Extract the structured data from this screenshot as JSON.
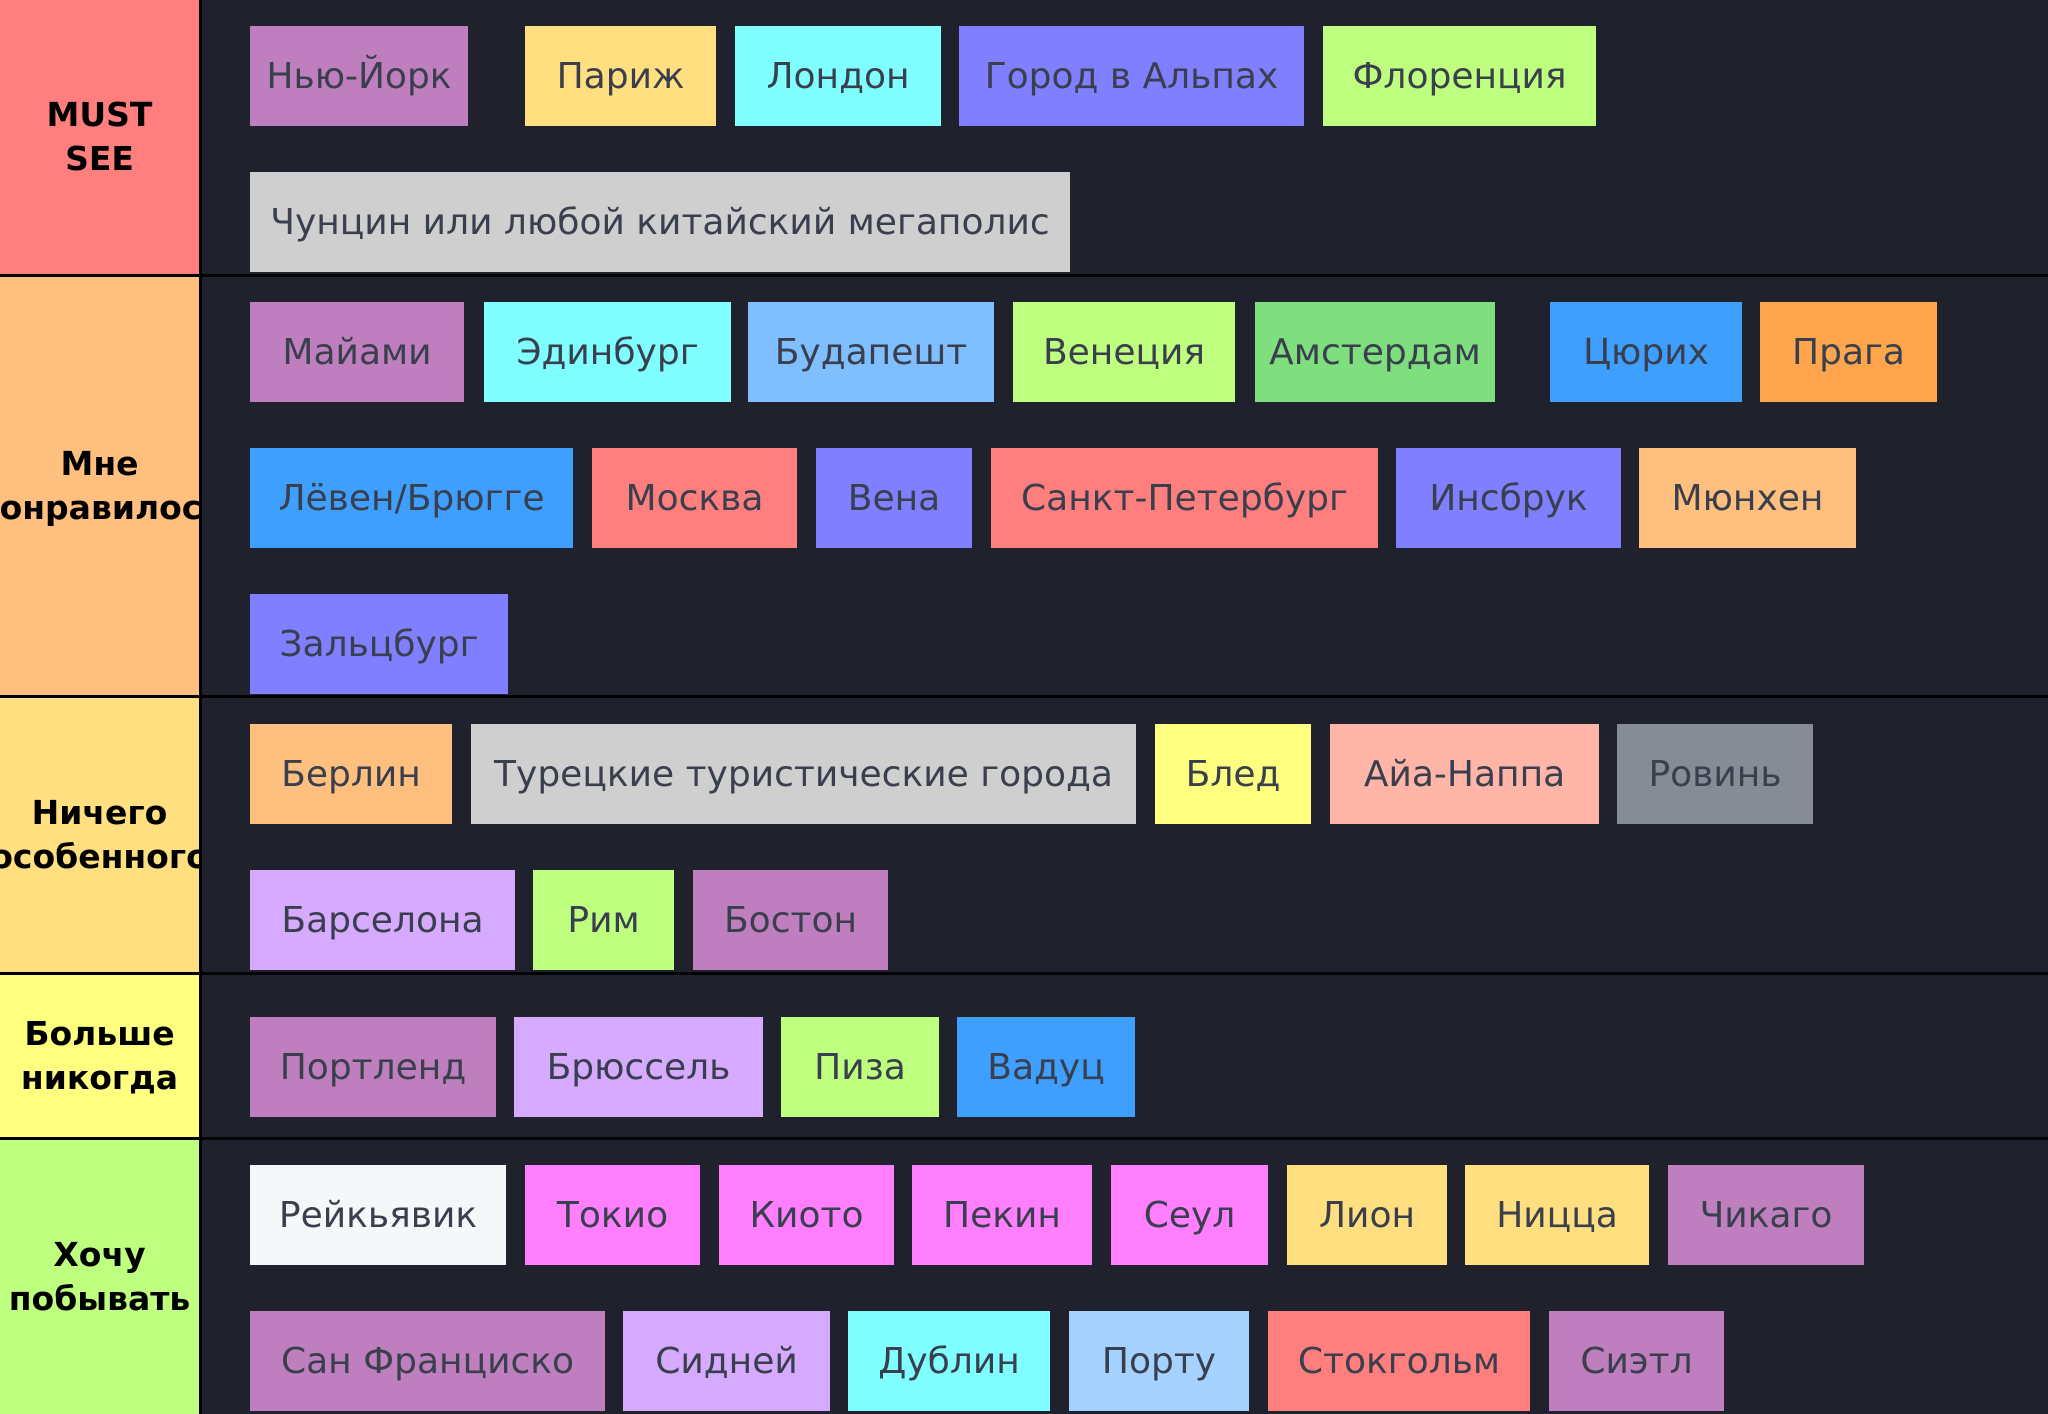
{
  "tiers": [
    {
      "label": "MUST\nSEE",
      "color": "#ff7f7f",
      "items": [
        {
          "name": "Нью-Йорк",
          "color": "#bf7fbf"
        },
        {
          "name": "Париж",
          "color": "#ffdf7f"
        },
        {
          "name": "Лондон",
          "color": "#7fffff"
        },
        {
          "name": "Город в Альпах",
          "color": "#7f7fff"
        },
        {
          "name": "Флоренция",
          "color": "#bfff7f"
        },
        {
          "name": "Чунцин или любой китайский мегаполис",
          "color": "#cfcfcf"
        }
      ]
    },
    {
      "label": "Мне\nпонравилось",
      "color": "#ffbf7f",
      "items": [
        {
          "name": "Майами",
          "color": "#bf7fbf"
        },
        {
          "name": "Эдинбург",
          "color": "#7fffff"
        },
        {
          "name": "Будапешт",
          "color": "#7fbfff"
        },
        {
          "name": "Венеция",
          "color": "#bfff7f"
        },
        {
          "name": "Амстердам",
          "color": "#7fdf7f"
        },
        {
          "name": "Цюрих",
          "color": "#3f9fff"
        },
        {
          "name": "Прага",
          "color": "#ffa64d"
        },
        {
          "name": "Лёвен/Брюгге",
          "color": "#3f9fff"
        },
        {
          "name": "Москва",
          "color": "#ff7f7f"
        },
        {
          "name": "Вена",
          "color": "#7f7fff"
        },
        {
          "name": "Санкт-Петербург",
          "color": "#ff7f7f"
        },
        {
          "name": "Инсбрук",
          "color": "#7f7fff"
        },
        {
          "name": "Мюнхен",
          "color": "#ffbf7f"
        },
        {
          "name": "Зальцбург",
          "color": "#7f7fff"
        }
      ]
    },
    {
      "label": "Ничего\nособенного",
      "color": "#ffdf7f",
      "items": [
        {
          "name": "Берлин",
          "color": "#ffbf7f"
        },
        {
          "name": "Турецкие туристические города",
          "color": "#cfcfcf"
        },
        {
          "name": "Блед",
          "color": "#ffff7f"
        },
        {
          "name": "Айа-Наппа",
          "color": "#ffb5a8"
        },
        {
          "name": "Ровинь",
          "color": "#858c96"
        },
        {
          "name": "Барселона",
          "color": "#d5aaff"
        },
        {
          "name": "Рим",
          "color": "#bfff7f"
        },
        {
          "name": "Бостон",
          "color": "#bf7fbf"
        }
      ]
    },
    {
      "label": "Больше\nникогда",
      "color": "#ffff7f",
      "items": [
        {
          "name": "Портленд",
          "color": "#bf7fbf"
        },
        {
          "name": "Брюссель",
          "color": "#d5aaff"
        },
        {
          "name": "Пиза",
          "color": "#bfff7f"
        },
        {
          "name": "Вадуц",
          "color": "#3f9fff"
        }
      ]
    },
    {
      "label": "Хочу\nпобывать",
      "color": "#bfff7f",
      "items": [
        {
          "name": "Рейкьявик",
          "color": "#f6f7f8"
        },
        {
          "name": "Токио",
          "color": "#ff7fff"
        },
        {
          "name": "Киото",
          "color": "#ff7fff"
        },
        {
          "name": "Пекин",
          "color": "#ff7fff"
        },
        {
          "name": "Сеул",
          "color": "#ff7fff"
        },
        {
          "name": "Лион",
          "color": "#ffdf7f"
        },
        {
          "name": "Ницца",
          "color": "#ffdf7f"
        },
        {
          "name": "Чикаго",
          "color": "#bf7fbf"
        },
        {
          "name": "Сан Франциско",
          "color": "#bf7fbf"
        },
        {
          "name": "Сидней",
          "color": "#d5aaff"
        },
        {
          "name": "Дублин",
          "color": "#7fffff"
        },
        {
          "name": "Порту",
          "color": "#a6d2ff"
        },
        {
          "name": "Стокгольм",
          "color": "#ff7f7f"
        },
        {
          "name": "Сиэтл",
          "color": "#bf7fbf"
        }
      ]
    }
  ]
}
